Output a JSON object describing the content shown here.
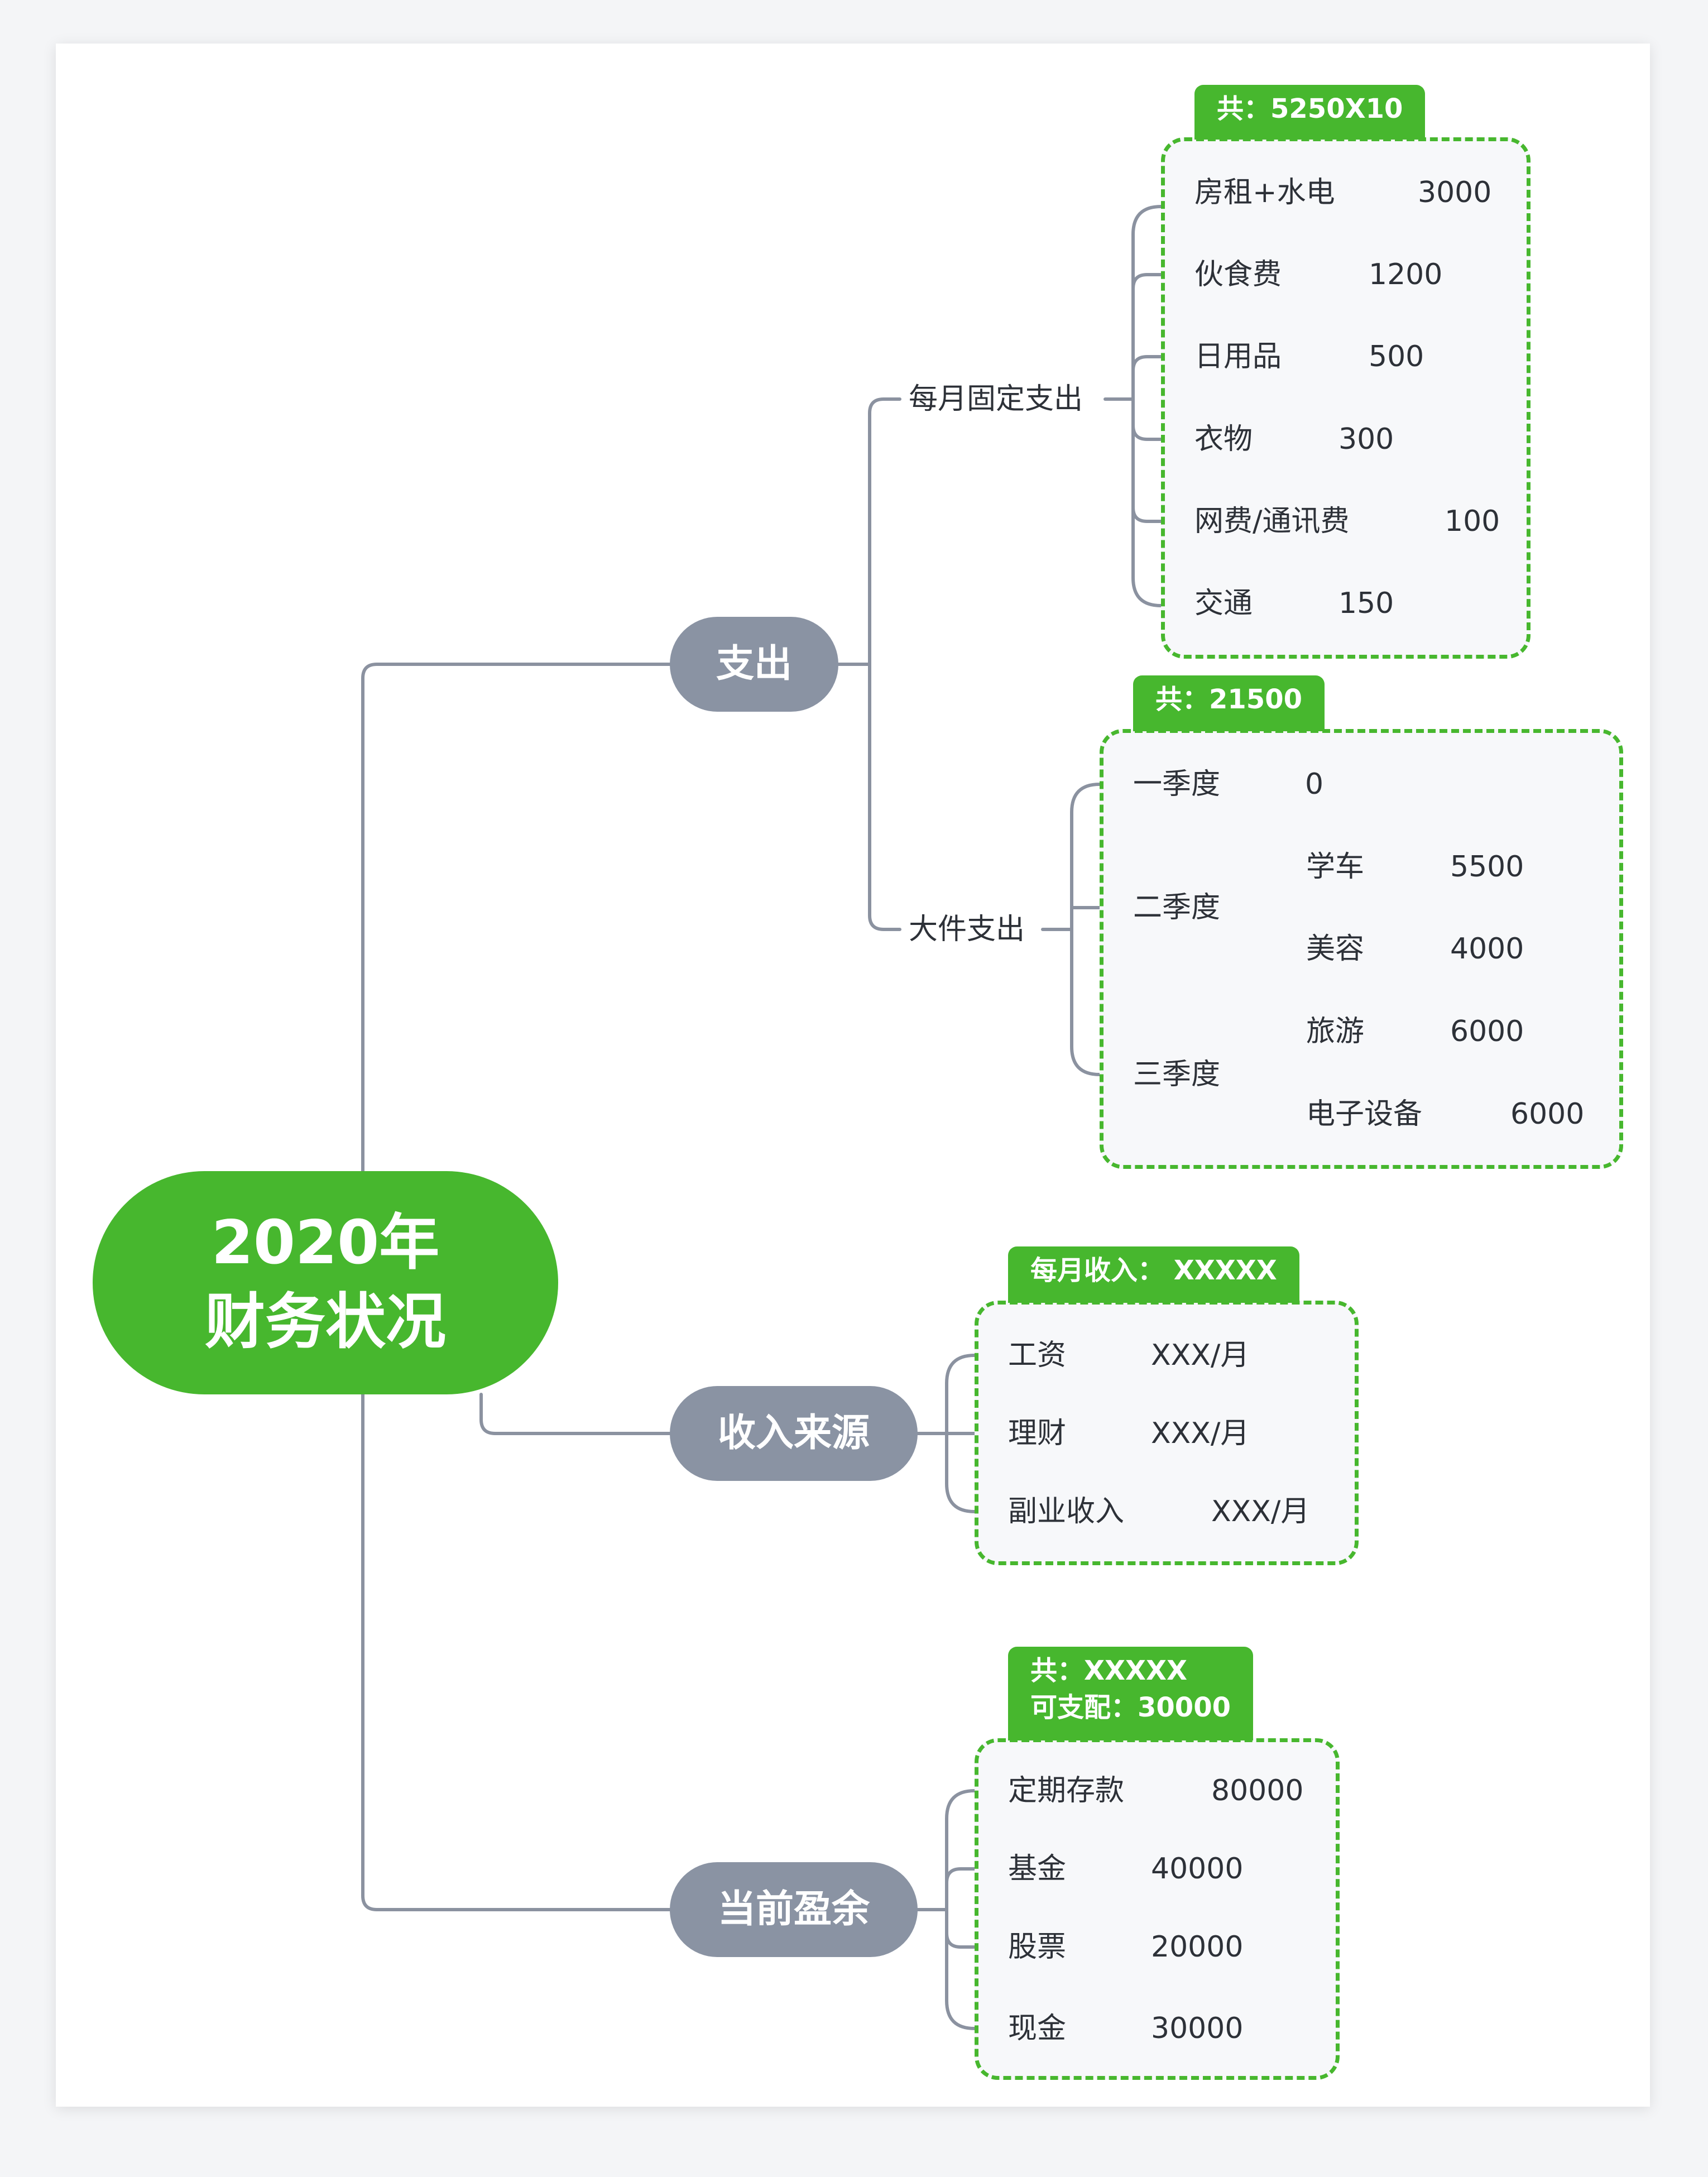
{
  "root": {
    "line1": "2020年",
    "line2": "财务状况"
  },
  "expense": {
    "label": "支出",
    "monthly": {
      "label": "每月固定支出",
      "total": "共：5250X10",
      "items": [
        {
          "name": "房租+水电",
          "value": "3000"
        },
        {
          "name": "伙食费",
          "value": "1200"
        },
        {
          "name": "日用品",
          "value": "500"
        },
        {
          "name": "衣物",
          "value": "300"
        },
        {
          "name": "网费/通讯费",
          "value": "100"
        },
        {
          "name": "交通",
          "value": "150"
        }
      ]
    },
    "big": {
      "label": "大件支出",
      "total": "共：21500",
      "q1": {
        "name": "一季度",
        "value": "0"
      },
      "q2": {
        "name": "二季度",
        "items": [
          {
            "name": "学车",
            "value": "5500"
          },
          {
            "name": "美容",
            "value": "4000"
          }
        ]
      },
      "q3": {
        "name": "三季度",
        "items": [
          {
            "name": "旅游",
            "value": "6000"
          },
          {
            "name": "电子设备",
            "value": "6000"
          }
        ]
      }
    }
  },
  "income": {
    "label": "收入来源",
    "total": "每月收入： XXXXX",
    "items": [
      {
        "name": "工资",
        "value": "XXX/月"
      },
      {
        "name": "理财",
        "value": "XXX/月"
      },
      {
        "name": "副业收入",
        "value": "XXX/月"
      }
    ]
  },
  "surplus": {
    "label": "当前盈余",
    "total_line1": "共：XXXXX",
    "total_line2": "可支配：30000",
    "items": [
      {
        "name": "定期存款",
        "value": "80000"
      },
      {
        "name": "基金",
        "value": "40000"
      },
      {
        "name": "股票",
        "value": "20000"
      },
      {
        "name": "现金",
        "value": "30000"
      }
    ]
  },
  "colors": {
    "accent": "#47b72e",
    "main_topic": "#8a93a3",
    "connector": "#8b92a0",
    "box_fill": "#f7f8fa"
  }
}
